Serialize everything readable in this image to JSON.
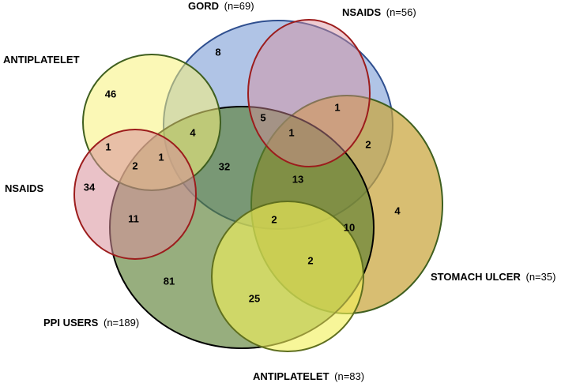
{
  "sets": {
    "gord": {
      "name": "GORD",
      "n": "(n=69)",
      "fill": "#6f93d2",
      "stroke": "#2f4f8f"
    },
    "nsaids_top": {
      "name": "NSAIDS",
      "n": "(n=56)",
      "fill": "#d98f9b",
      "stroke": "#9c1c1c"
    },
    "antiplatelet_top": {
      "name": "ANTIPLATELET",
      "n": "",
      "fill": "#f7f27a",
      "stroke": "#3f5f1f"
    },
    "nsaids_left": {
      "name": "NSAIDS",
      "n": "",
      "fill": "#d98f9b",
      "stroke": "#9c1c1c"
    },
    "ppi_users": {
      "name": "PPI USERS",
      "n": "(n=189)",
      "fill": "#577d2f",
      "stroke": "#000000"
    },
    "stomach_ulcer": {
      "name": "STOMACH ULCER",
      "n": "(n=35)",
      "fill": "#c9a53c",
      "stroke": "#3f5f1f"
    },
    "antiplatelet_bottom": {
      "name": "ANTIPLATELET",
      "n": "(n=83)",
      "fill": "#f2f05a",
      "stroke": "#5f6f1f"
    }
  },
  "regions": [
    {
      "id": "gord-only",
      "value": "8"
    },
    {
      "id": "antiplatelet-top-only",
      "value": "46"
    },
    {
      "id": "antiplatelet-top-gord",
      "value": "4"
    },
    {
      "id": "antiplatelet-top-nsaids",
      "value": "1"
    },
    {
      "id": "antiplatelet-nsaids-ppi",
      "value": "2"
    },
    {
      "id": "antiplatelet-nsaids-ppi-gord",
      "value": "1"
    },
    {
      "id": "nsaids-left-only",
      "value": "34"
    },
    {
      "id": "nsaids-left-ppi",
      "value": "11"
    },
    {
      "id": "gord-ppi",
      "value": "32"
    },
    {
      "id": "gord-nsaids-ppi",
      "value": "5"
    },
    {
      "id": "gord-nsaids-ppi-ulcer",
      "value": "1"
    },
    {
      "id": "nsaids-ulcer",
      "value": "1"
    },
    {
      "id": "gord-ulcer",
      "value": "2"
    },
    {
      "id": "gord-ppi-ulcer",
      "value": "13"
    },
    {
      "id": "ulcer-only",
      "value": "4"
    },
    {
      "id": "ppi-ulcer",
      "value": "10"
    },
    {
      "id": "gord-ppi-ulcer-antiplatelet",
      "value": "2"
    },
    {
      "id": "ppi-ulcer-antiplatelet",
      "value": "2"
    },
    {
      "id": "ppi-only",
      "value": "81"
    },
    {
      "id": "ppi-antiplatelet",
      "value": "25"
    }
  ]
}
